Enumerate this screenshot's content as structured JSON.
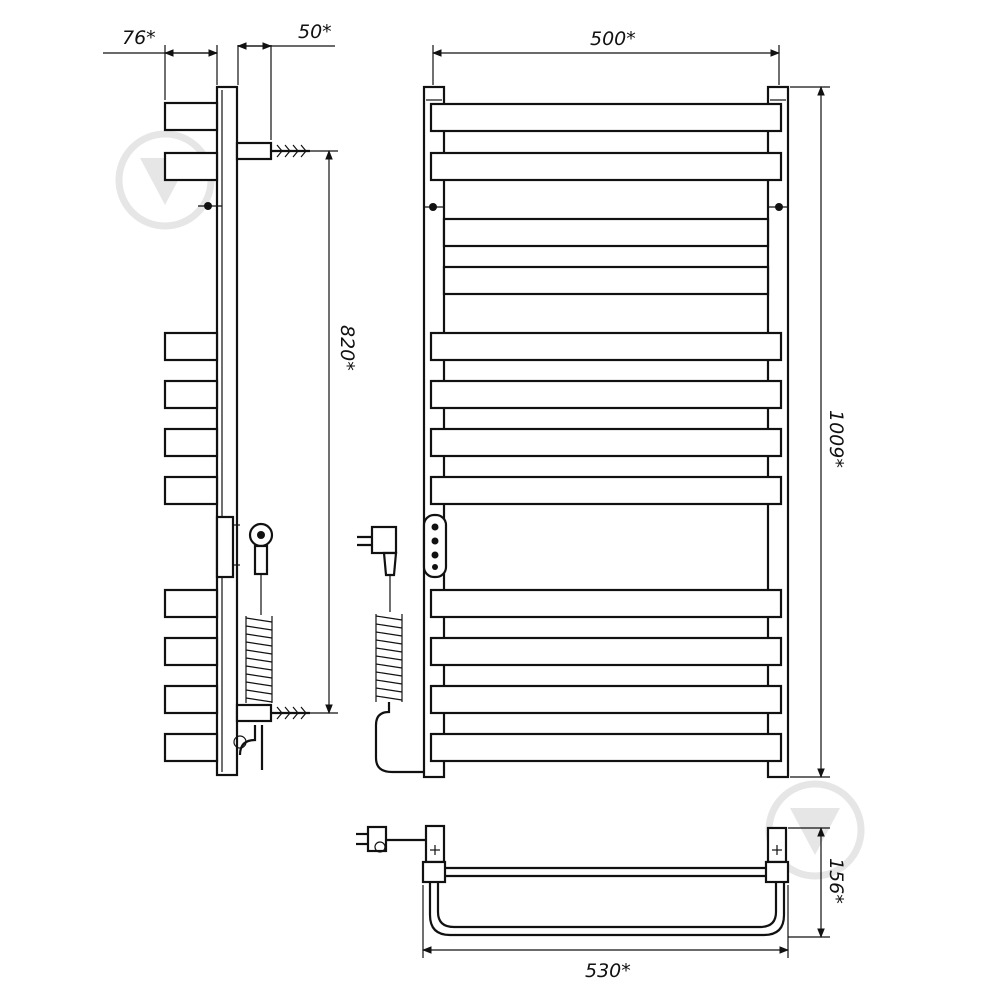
{
  "dimensions": {
    "side_depth": "76*",
    "wall_offset": "50*",
    "mount_spacing": "820*",
    "width": "500*",
    "height": "1009*",
    "bottom_depth": "156*",
    "overall_width": "530*"
  },
  "icons": {
    "watermark": "drop-shield-icon",
    "plug": "plug-icon",
    "control": "control-panel-icon",
    "anchor": "wall-anchor-icon"
  }
}
